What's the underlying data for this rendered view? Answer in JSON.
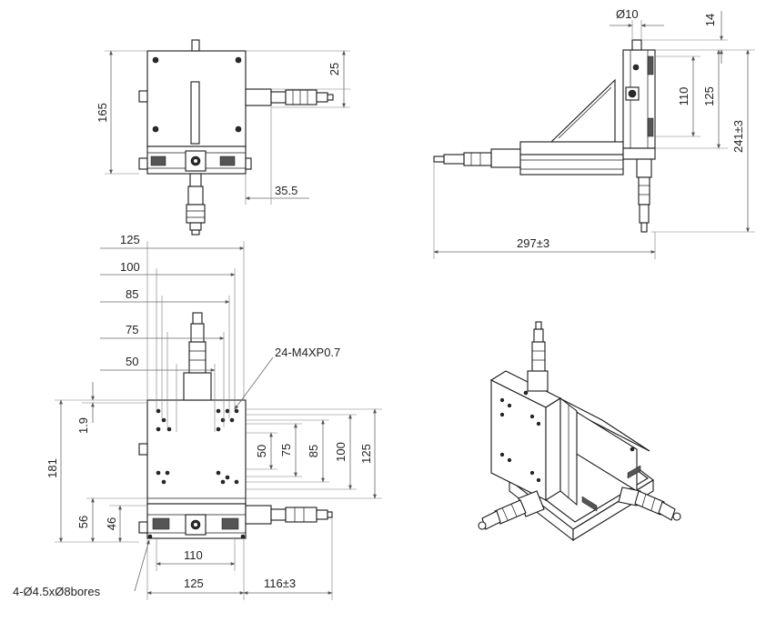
{
  "views": {
    "top_left": {
      "dims": {
        "height": "165",
        "micrometer_offset": "25",
        "side_offset": "35.5"
      }
    },
    "top_right": {
      "dims": {
        "bore": "Ø10",
        "top": "14",
        "inner": "110",
        "outer": "125",
        "total_height": "241±3",
        "total_width": "297±3"
      }
    },
    "bottom_left": {
      "horizontal_dims": [
        "125",
        "100",
        "85",
        "75",
        "50"
      ],
      "vertical_dims": [
        "50",
        "75",
        "85",
        "100",
        "125"
      ],
      "left_dims": {
        "small": "1.9",
        "total": "181",
        "lower": "56",
        "lower_inner": "46"
      },
      "bottom_dims": {
        "inner": "110",
        "outer": "125",
        "micrometer": "116±3"
      },
      "thread_label": "24-M4XP0.7",
      "bores_label": "4-Ø4.5xØ8bores"
    }
  }
}
